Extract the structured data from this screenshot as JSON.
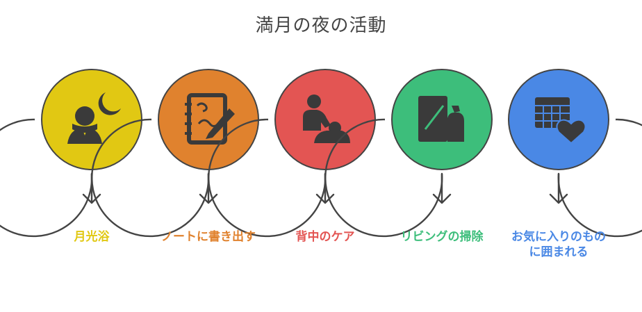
{
  "title": "満月の夜の活動",
  "steps": [
    {
      "label": "月光浴",
      "icon": "woman-moon-icon",
      "color": "#E1C813"
    },
    {
      "label": "ノートに書き出す",
      "icon": "notebook-pen-icon",
      "color": "#E0822E"
    },
    {
      "label": "背中のケア",
      "icon": "back-massage-icon",
      "color": "#E35553"
    },
    {
      "label": "リビングの掃除",
      "icon": "cleaning-spray-icon",
      "color": "#3DBE7B"
    },
    {
      "label": "お気に入りのものに囲まれる",
      "icon": "heart-grid-icon",
      "color": "#4A88E5"
    }
  ]
}
